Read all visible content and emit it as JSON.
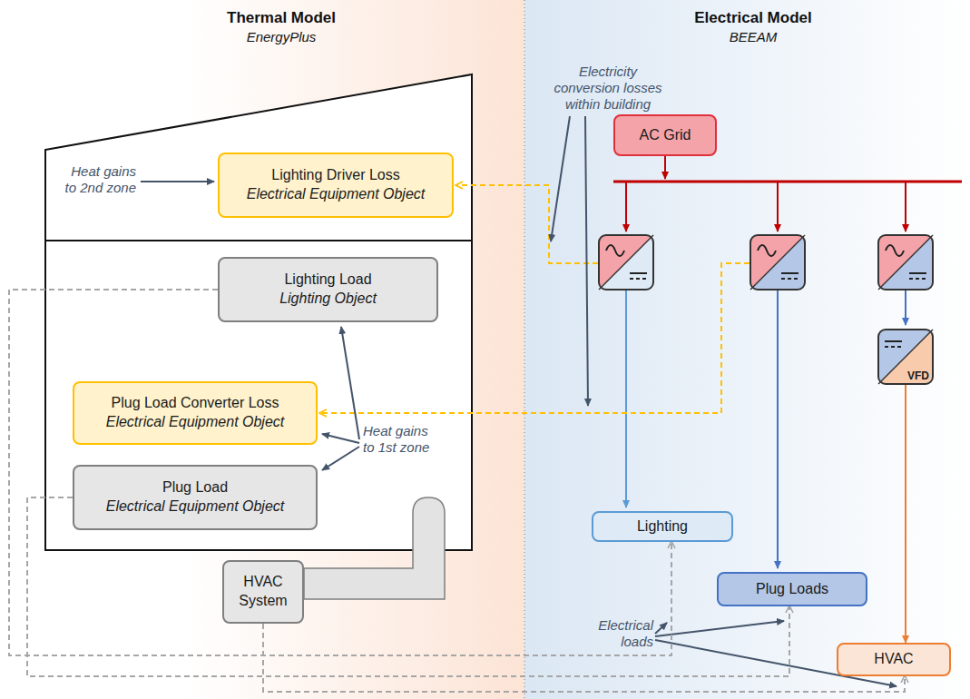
{
  "diagram": {
    "nodes": [
      {
        "text": [
          "Lighting Driver Loss",
          "Electrical Equipment Object"
        ]
      },
      {
        "text": [
          "Lighting Load",
          "Lighting Object"
        ]
      },
      {
        "text": [
          "Plug Load Converter Loss",
          "Electrical Equipment Object"
        ]
      },
      {
        "text": [
          "Plug Load",
          "Electrical Equipment Object"
        ]
      },
      {
        "text": [
          "HVAC System"
        ]
      },
      {
        "text": [
          "AC Grid"
        ]
      },
      {
        "text": [
          "VFD"
        ]
      },
      {
        "text": [
          "Lighting"
        ]
      },
      {
        "text": [
          "Plug Loads"
        ]
      },
      {
        "text": [
          "HVAC"
        ]
      }
    ],
    "edges": [
      {
        "from": 1,
        "to": 7,
        "arrow": "to"
      },
      {
        "from": 3,
        "to": 8,
        "arrow": "to"
      },
      {
        "from": 4,
        "to": 9,
        "arrow": "to"
      },
      {
        "from": 6,
        "to": 9,
        "arrow": "to"
      }
    ],
    "labels": [
      "Thermal Model",
      "EnergyPlus",
      "Electrical Model",
      "BEEAM",
      "Heat gains to 2nd zone",
      "Electricity conversion losses within building",
      "Heat gains to 1st zone",
      "Electrical loads"
    ]
  }
}
